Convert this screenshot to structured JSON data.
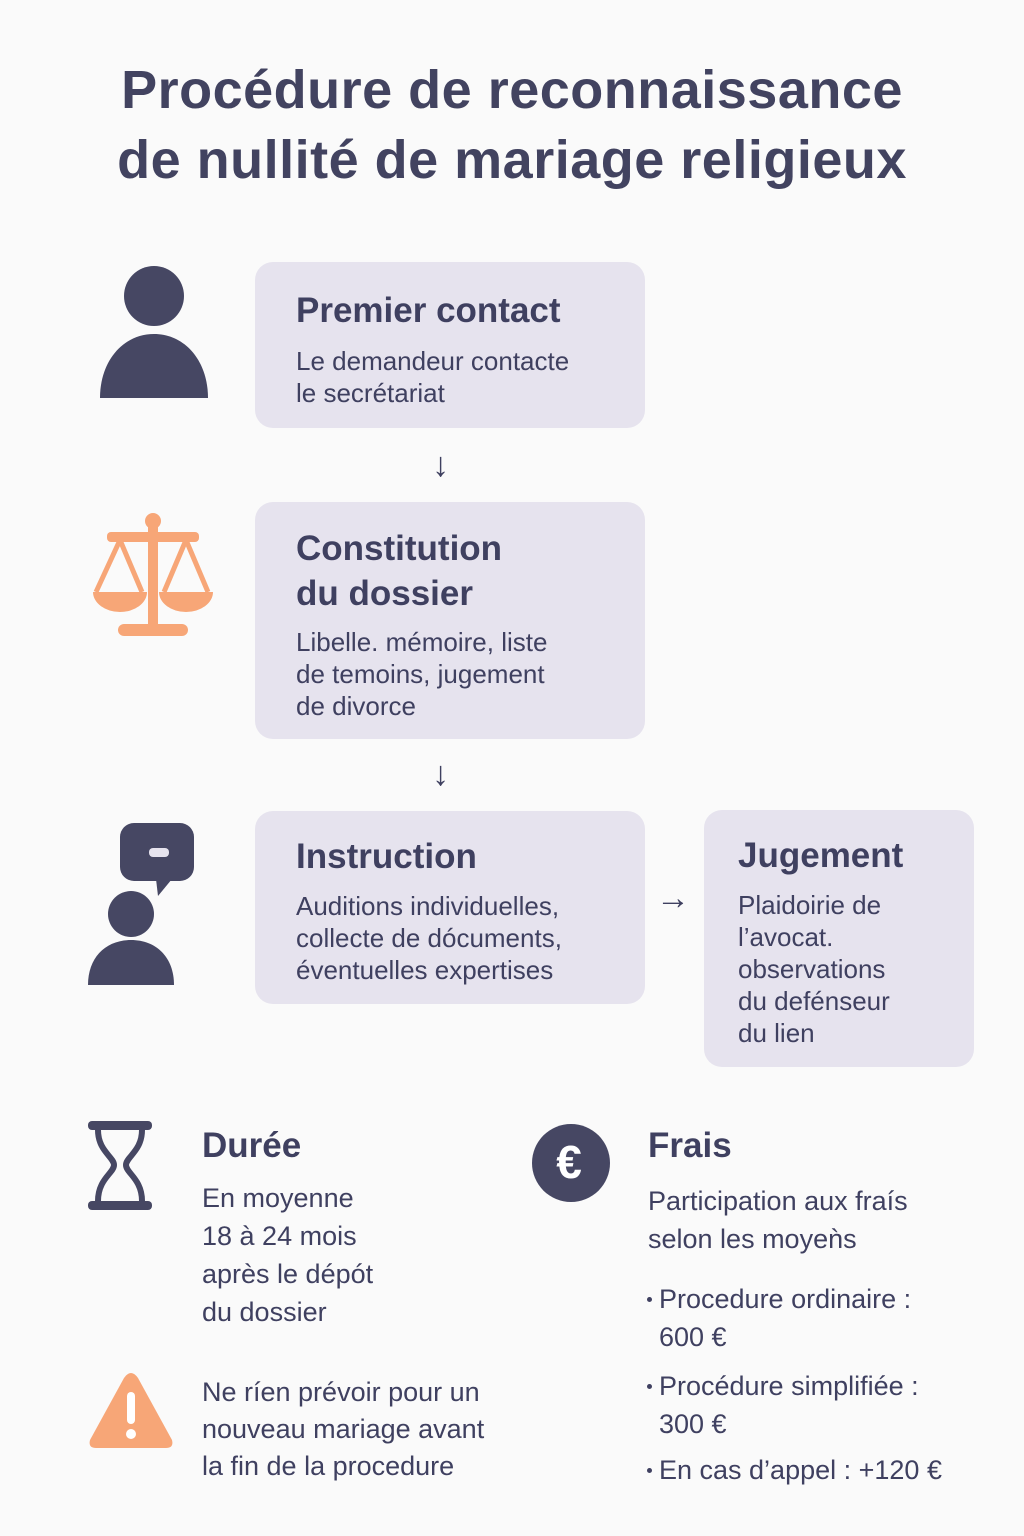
{
  "title": "Procédure de reconnaissance\n de nullité de mariage religieux",
  "colors": {
    "dark": "#464763",
    "box": "#e6e3ee",
    "accent": "#f7a677",
    "background": "#fafafa"
  },
  "steps": [
    {
      "icon": "person-icon",
      "title": "Premier contact",
      "text": "Le demandeur contacte\nle secrétariat"
    },
    {
      "icon": "scales-icon",
      "title": "Constitution\ndu dossier",
      "text": "Libelle. mémoire, liste\nde temoins, jugement\nde divorce"
    },
    {
      "icon": "person-speech-icon",
      "title": "Instruction",
      "text": "Auditions individuelles,\ncollecte de dócuments,\néventuelles expertises"
    },
    {
      "title": "Jugement",
      "text": "Plaidoirie de\nl’avocat.\nobservations\ndu defénseur\ndu lien"
    }
  ],
  "arrows": {
    "down": "↓",
    "right": "→"
  },
  "duration": {
    "icon": "hourglass-icon",
    "title": "Durée",
    "text": "En moyenne\n18 à 24 mois\naprès le dépót\ndu dossier"
  },
  "warning": {
    "icon": "warning-icon",
    "text": "Ne ríen prévoir pour un\nnouveau mariage avant\nla fin de la procedure"
  },
  "fees": {
    "icon": "euro-icon",
    "title": "Frais",
    "text": "Participation aux fraís\nselon les moyeǹs",
    "items": [
      "Procedure ordinaire :\n600 €",
      "Procédure simplifiée :\n300 €",
      "En cas d’appel : +120 €"
    ]
  }
}
